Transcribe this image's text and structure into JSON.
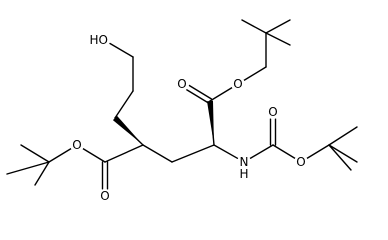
{
  "molecule": {
    "atom_labels": {
      "hydroxyl": "HO",
      "ester_right_carbonyl_o": "O",
      "ester_right_ether_o": "O",
      "carbamate_carbonyl_o": "O",
      "carbamate_ether_o": "O",
      "amine_n": "N",
      "amine_h": "H",
      "ester_left_ether_o": "O",
      "ester_left_carbonyl_o": "O"
    },
    "colors": {
      "bond": "#000000",
      "label": "#000000",
      "background": "#ffffff"
    }
  }
}
